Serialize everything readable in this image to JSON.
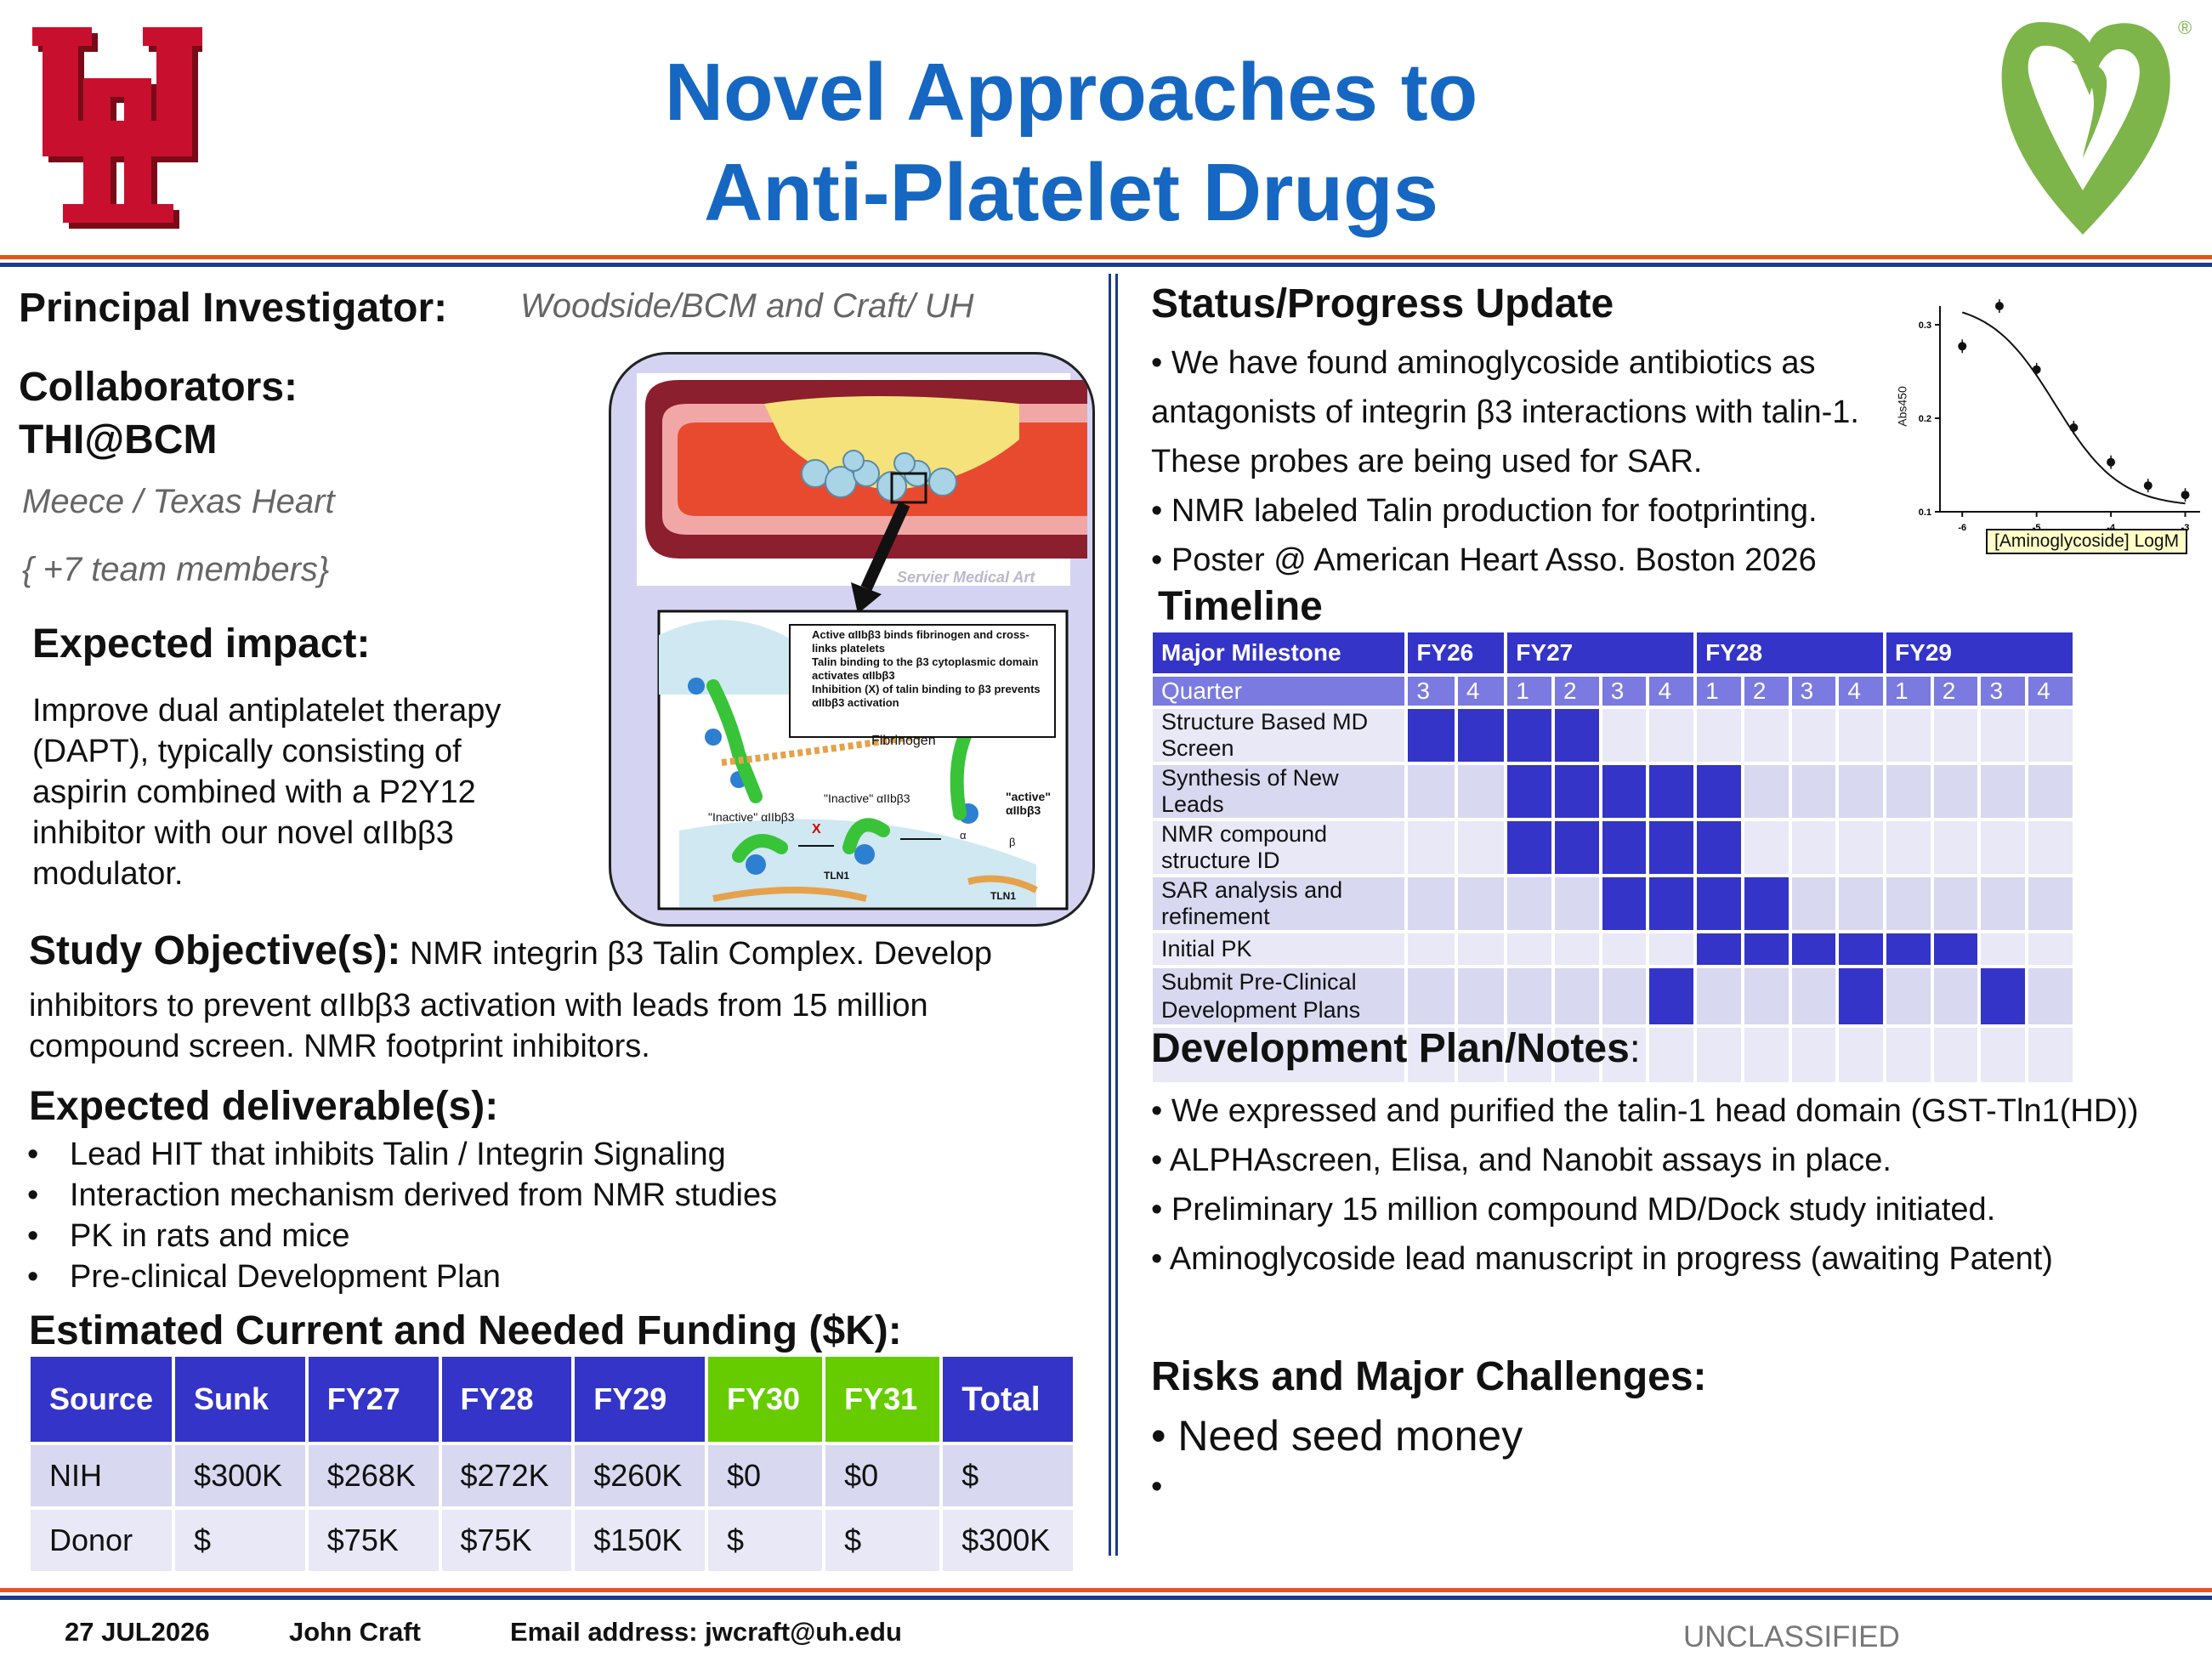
{
  "header": {
    "title_line1": "Novel Approaches to",
    "title_line2": "Anti-Platelet Drugs"
  },
  "colors": {
    "title_blue": "#1667c2",
    "uh_red": "#c8102e",
    "logo_green": "#7db54a",
    "rule_orange": "#e2571e",
    "rule_blue": "#1b3c8c",
    "table_blue": "#3434c8",
    "table_green": "#66cc00",
    "row_light": "#d8d8f0",
    "row_lighter": "#e8e8f6"
  },
  "logos": {
    "left_text": "UH",
    "right_mark": "®"
  },
  "pi": {
    "label": "Principal Investigator:",
    "value": "Woodside/BCM and Craft/ UH"
  },
  "collaborators": {
    "label": "Collaborators:",
    "org": "THI@BCM",
    "names": "Meece / Texas Heart",
    "more": "{ +7 team members}"
  },
  "impact": {
    "heading": "Expected impact:",
    "lines": [
      "Improve dual antiplatelet therapy",
      "(DAPT), typically consisting of",
      "aspirin combined with a P2Y12",
      "inhibitor with our novel αIIbβ3",
      "modulator."
    ]
  },
  "figure": {
    "credit": "Servier Medical Art",
    "bullets": [
      "Active αIIbβ3 binds fibrinogen and cross-links platelets",
      "Talin binding to the β3 cytoplasmic domain activates αIIbβ3",
      "Inhibition (X) of talin binding to β3 prevents αIIbβ3 activation"
    ],
    "fibrinogen": "Fibrinogen",
    "inactive1": "\"Inactive\" αIIbβ3",
    "inactive2": "\"Inactive\" αIIbβ3",
    "active": "\"active\" αIIbβ3",
    "x_mark": "X",
    "tln1_a": "TLN1",
    "tln1_b": "TLN1",
    "alpha": "α",
    "beta": "β"
  },
  "objective": {
    "heading": "Study Objective(s):",
    "line1": " NMR integrin β3 Talin Complex. Develop",
    "line2": "inhibitors to prevent αIIbβ3 activation with leads from 15 million",
    "line3": "compound screen. NMR footprint inhibitors."
  },
  "deliverables": {
    "heading": "Expected deliverable(s):",
    "items": [
      "Lead HIT that inhibits Talin / Integrin Signaling",
      "Interaction mechanism derived from NMR studies",
      "PK in rats and mice",
      "Pre-clinical Development Plan"
    ]
  },
  "funding": {
    "heading": "Estimated Current and Needed Funding ($K):",
    "columns": [
      "Source",
      "Sunk",
      "FY27",
      "FY28",
      "FY29",
      "FY30",
      "FY31",
      "Total"
    ],
    "rows": [
      [
        "NIH",
        "$300K",
        "$268K",
        "$272K",
        "$260K",
        "$0",
        "$0",
        "$"
      ],
      [
        "Donor",
        "$",
        "$75K",
        "$75K",
        "$150K",
        "$",
        "$",
        "$300K"
      ]
    ]
  },
  "status": {
    "heading": "Status/Progress Update",
    "lines": [
      "• We have found aminoglycoside antibiotics as",
      "antagonists of integrin β3 interactions with talin-1.",
      "These probes are being used for SAR.",
      "• NMR labeled Talin production for footprinting.",
      "• Poster @ American Heart Asso. Boston 2026"
    ]
  },
  "chart_data": {
    "type": "scatter",
    "title": "",
    "xlabel": "[Aminoglycoside] LogM",
    "ylabel": "Abs450",
    "xlim": [
      -6.3,
      -2.8
    ],
    "ylim": [
      0.1,
      0.32
    ],
    "x_ticks": [
      "-6",
      "-5",
      "-4",
      "-3"
    ],
    "y_ticks": [
      "0.3",
      "0.2",
      "0.1"
    ],
    "points": [
      {
        "x": -6.0,
        "y": 0.277
      },
      {
        "x": -5.5,
        "y": 0.32
      },
      {
        "x": -5.0,
        "y": 0.252
      },
      {
        "x": -4.5,
        "y": 0.19
      },
      {
        "x": -4.0,
        "y": 0.153
      },
      {
        "x": -3.5,
        "y": 0.128
      },
      {
        "x": -3.0,
        "y": 0.118
      }
    ],
    "fit": {
      "top": 0.325,
      "bottom": 0.105,
      "logIC50": -4.75,
      "hill": 1.0
    },
    "grid": false,
    "legend": "none"
  },
  "timeline": {
    "heading": "Timeline",
    "milestone_label": "Major Milestone",
    "quarter_label": "Quarter",
    "fiscal_years": [
      {
        "label": "FY26",
        "span": 2
      },
      {
        "label": "FY27",
        "span": 4
      },
      {
        "label": "FY28",
        "span": 4
      },
      {
        "label": "FY29",
        "span": 4
      }
    ],
    "quarters": [
      "3",
      "4",
      "1",
      "2",
      "3",
      "4",
      "1",
      "2",
      "3",
      "4",
      "1",
      "2",
      "3",
      "4"
    ],
    "rows": [
      {
        "name": "Structure Based MD Screen",
        "cells": [
          1,
          1,
          1,
          1,
          0,
          0,
          0,
          0,
          0,
          0,
          0,
          0,
          0,
          0
        ]
      },
      {
        "name": "Synthesis of New Leads",
        "cells": [
          0,
          0,
          1,
          1,
          1,
          1,
          1,
          0,
          0,
          0,
          0,
          0,
          0,
          0
        ]
      },
      {
        "name": "NMR compound structure ID",
        "cells": [
          0,
          0,
          1,
          1,
          1,
          1,
          1,
          0,
          0,
          0,
          0,
          0,
          0,
          0
        ]
      },
      {
        "name": "SAR analysis and refinement",
        "cells": [
          0,
          0,
          0,
          0,
          1,
          1,
          1,
          1,
          0,
          0,
          0,
          0,
          0,
          0
        ]
      },
      {
        "name": "Initial PK",
        "cells": [
          0,
          0,
          0,
          0,
          0,
          0,
          1,
          1,
          1,
          1,
          1,
          1,
          0,
          0
        ]
      },
      {
        "name": "Submit Pre-Clinical Development Plans",
        "cells": [
          0,
          0,
          0,
          0,
          0,
          1,
          0,
          0,
          0,
          1,
          0,
          0,
          1,
          0
        ]
      },
      {
        "name": "",
        "cells": [
          0,
          0,
          0,
          0,
          0,
          0,
          0,
          0,
          0,
          0,
          0,
          0,
          0,
          0
        ]
      }
    ]
  },
  "devplan": {
    "heading": "Development Plan/Notes",
    "colon": ":",
    "lines": [
      "• We expressed and purified the talin-1 head domain (GST-Tln1(HD))",
      "• ALPHAscreen, Elisa, and Nanobit assays in place.",
      "• Preliminary 15 million compound MD/Dock study initiated.",
      "• Aminoglycoside lead manuscript in progress (awaiting Patent)"
    ]
  },
  "risks": {
    "heading": "Risks and Major Challenges:",
    "line1": "• Need seed money",
    "line2": "•"
  },
  "footer": {
    "date": "27 JUL2026",
    "name": "John Craft",
    "email": "Email address: jwcraft@uh.edu",
    "classification": "UNCLASSIFIED"
  }
}
